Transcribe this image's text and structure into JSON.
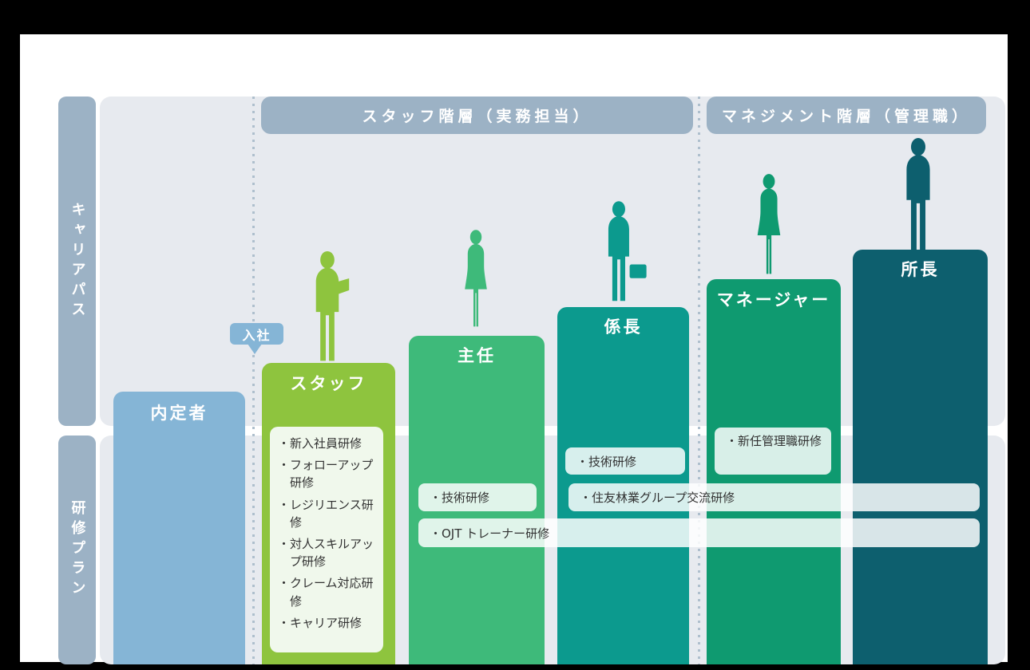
{
  "palette": {
    "background": "#000000",
    "panel": "#ffffff",
    "section_bg": "#e7eaef",
    "header_band": "#9cb2c5",
    "dotted_line": "#aebfcd",
    "naiteisha_bar": "#85b5d6",
    "staff_bar": "#8ec43e",
    "shunin_bar": "#3eba7a",
    "kakaricho_bar": "#0c9a8e",
    "manager_bar": "#0f9a70",
    "shocho_bar": "#0d5f6e",
    "entry_badge": "#85b5d6",
    "training_box": "#f0f8ec",
    "training_text": "#323232"
  },
  "side_labels": {
    "career_path": "キャリアパス",
    "training_plan": "研修プラン"
  },
  "tier_headers": {
    "staff_tier": "スタッフ階層（実務担当）",
    "management_tier": "マネジメント階層（管理職）"
  },
  "entry_badge": {
    "label": "入社"
  },
  "positions": [
    {
      "label": "内定者",
      "trainings": []
    },
    {
      "label": "スタッフ",
      "trainings": [
        "・新入社員研修",
        "・フォローアップ研修",
        "・レジリエンス研修",
        "・対人スキルアップ研修",
        "・クレーム対応研修",
        "・キャリア研修"
      ]
    },
    {
      "label": "主任",
      "trainings": [
        "・技術研修"
      ]
    },
    {
      "label": "係長",
      "trainings": [
        "・技術研修"
      ]
    },
    {
      "label": "マネージャー",
      "trainings": [
        "・新任管理職研修"
      ]
    },
    {
      "label": "所長",
      "trainings": []
    }
  ],
  "shared_trainings": [
    {
      "label": "・住友林業グループ交流研修"
    },
    {
      "label": "・OJT トレーナー研修"
    }
  ]
}
